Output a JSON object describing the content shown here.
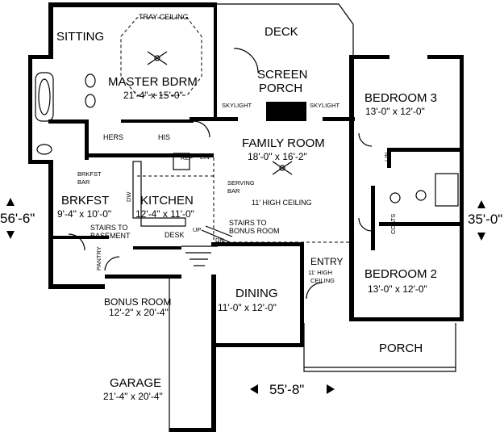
{
  "rooms": {
    "sitting": {
      "name": "SITTING"
    },
    "tray_ceiling": {
      "note": "TRAY CEILING"
    },
    "master": {
      "name": "MASTER BDRM",
      "dims": "21'-4\" x 15'-0\""
    },
    "deck": {
      "name": "DECK"
    },
    "screen_porch": {
      "name_line1": "SCREEN",
      "name_line2": "PORCH"
    },
    "skylight_left": {
      "note": "SKYLIGHT"
    },
    "skylight_right": {
      "note": "SKYLIGHT"
    },
    "bedroom3": {
      "name": "BEDROOM 3",
      "dims": "13'-0\" x 12'-0\""
    },
    "hers": {
      "name": "HERS"
    },
    "his": {
      "name": "HIS"
    },
    "lin_left": {
      "label": "LIN"
    },
    "family": {
      "name": "FAMILY ROOM",
      "dims": "18'-0\" x 16'-2\"",
      "ceiling": "11' HIGH CEILING"
    },
    "lin_right": {
      "label": "LIN"
    },
    "brkfst_bar": {
      "line1": "BRKFST",
      "line2": "BAR"
    },
    "breakfast": {
      "name": "BRKFST",
      "dims": "9'-4\" x 10'-0\""
    },
    "kitchen": {
      "name": "KITCHEN",
      "dims": "12'-4\" x 11'-0\""
    },
    "serving_bar": {
      "line1": "SERVING",
      "line2": "BAR"
    },
    "stairs_bonus": {
      "line1": "STAIRS TO",
      "line2": "BONUS ROOM"
    },
    "stairs_basement": {
      "line1": "STAIRS TO",
      "line2": "BASEMENT"
    },
    "desk": {
      "label": "DESK"
    },
    "pantry": {
      "label": "PANTRY"
    },
    "dw": {
      "label": "DW"
    },
    "ref": {
      "label": "REF"
    },
    "up": {
      "label": "UP"
    },
    "dn": {
      "label": "DN"
    },
    "coats": {
      "label": "COATS"
    },
    "bonus": {
      "name": "BONUS ROOM",
      "dims": "12'-2\" x 20'-4\""
    },
    "dining": {
      "name": "DINING",
      "dims": "11'-0\" x 12'-0\""
    },
    "entry": {
      "name": "ENTRY",
      "ceiling_line1": "11' HIGH",
      "ceiling_line2": "CEILING"
    },
    "bedroom2": {
      "name": "BEDROOM 2",
      "dims": "13'-0\" x 12'-0\""
    },
    "porch": {
      "name": "PORCH"
    },
    "garage": {
      "name": "GARAGE",
      "dims": "21'-4\" x 20'-4\""
    }
  },
  "overall": {
    "depth": "56'-6\"",
    "width": "55'-8\"",
    "right_depth": "35'-0\""
  }
}
